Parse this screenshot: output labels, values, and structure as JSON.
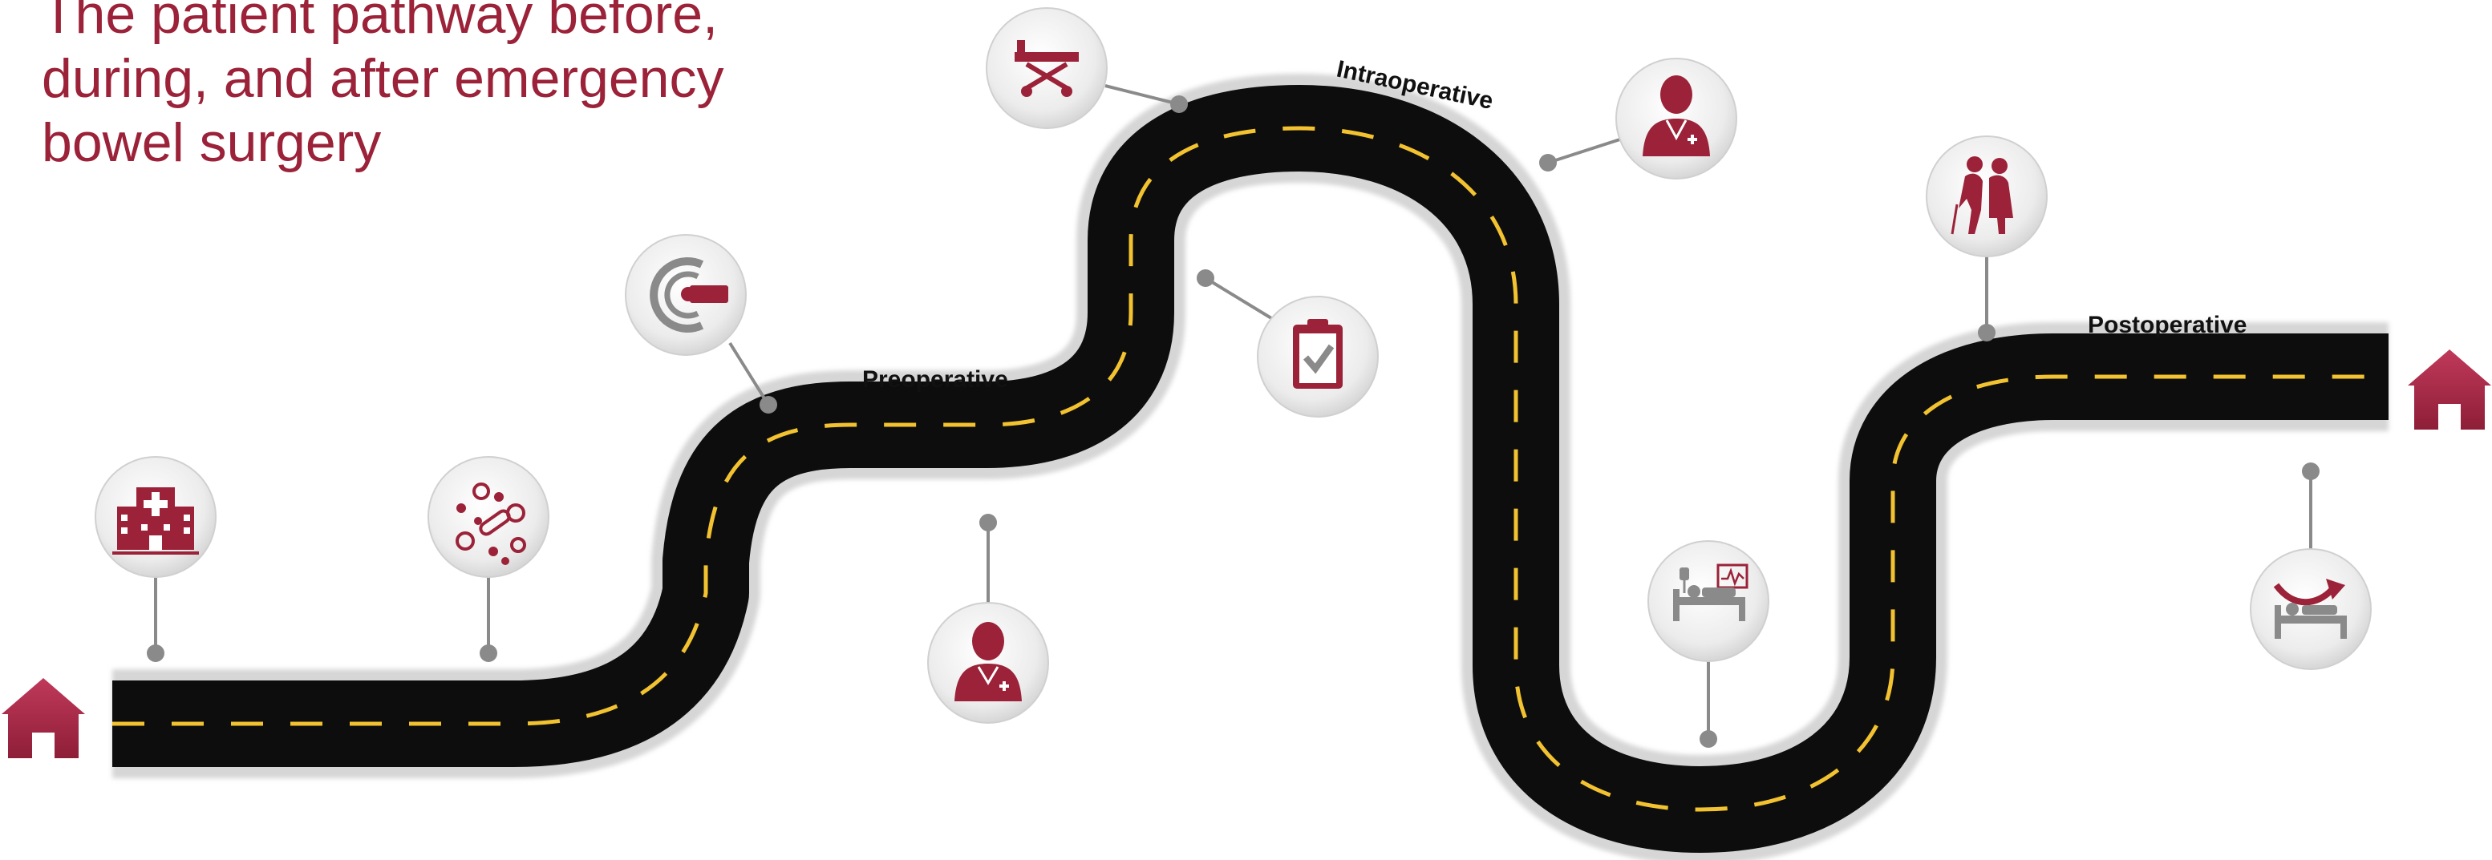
{
  "title": {
    "lines": [
      "The patient pathway before,",
      "during, and after emergency",
      "bowel surgery"
    ]
  },
  "phases": {
    "preoperative": "Preoperative",
    "intraoperative": "Intraoperative",
    "postoperative": "Postoperative"
  },
  "colors": {
    "accent": "#9b2238",
    "road": "#0d0d0d",
    "lane_marking": "#f2c230",
    "shoulder": "#d4d4d4",
    "icon_grey": "#8a8a8a"
  },
  "milestones": [
    {
      "icon": "hospital-icon"
    },
    {
      "icon": "germs-icon"
    },
    {
      "icon": "ct-scanner-icon"
    },
    {
      "icon": "doctor-icon"
    },
    {
      "icon": "stretcher-icon"
    },
    {
      "icon": "checklist-icon"
    },
    {
      "icon": "surgeon-icon"
    },
    {
      "icon": "hospital-bed-monitor-icon"
    },
    {
      "icon": "elderly-couple-icon"
    },
    {
      "icon": "patient-discharge-icon"
    }
  ],
  "endpoints": [
    {
      "icon": "home-icon"
    },
    {
      "icon": "home-icon"
    }
  ]
}
